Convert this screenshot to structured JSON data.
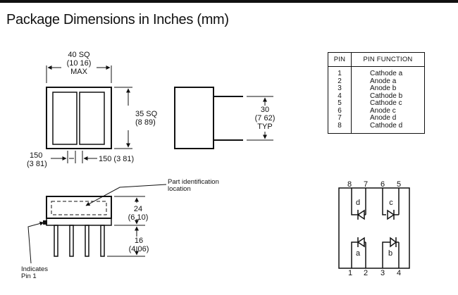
{
  "title": "Package Dimensions in Inches (mm)",
  "top_view": {
    "width_in": "40 SQ",
    "width_mm": "(10 16)",
    "width_note": "MAX",
    "height_in": "35 SQ",
    "height_mm": "(8 89)",
    "pin_spacing_in": "150",
    "pin_spacing_mm": "(3 81)",
    "pin_spacing_right": "150 (3 81)"
  },
  "side_view": {
    "lead_span_in": "30",
    "lead_span_mm": "(7 62)",
    "lead_span_note": "TYP"
  },
  "front_view": {
    "part_id_label_line1": "Part identification",
    "part_id_label_line2": "location",
    "body_height_in": "24",
    "body_height_mm": "(6 10)",
    "lead_length_in": "16",
    "lead_length_mm": "(4 06)",
    "pin1_label_line1": "Indicates",
    "pin1_label_line2": "Pin 1"
  },
  "pin_table": {
    "header_pin": "PIN",
    "header_function": "PIN FUNCTION",
    "rows": [
      {
        "pin": "1",
        "function": "Cathode a"
      },
      {
        "pin": "2",
        "function": "Anode a"
      },
      {
        "pin": "3",
        "function": "Anode b"
      },
      {
        "pin": "4",
        "function": "Cathode b"
      },
      {
        "pin": "5",
        "function": "Cathode c"
      },
      {
        "pin": "6",
        "function": "Anode c"
      },
      {
        "pin": "7",
        "function": "Anode d"
      },
      {
        "pin": "8",
        "function": "Cathode d"
      }
    ]
  },
  "schematic": {
    "top_pins": [
      "8",
      "7",
      "6",
      "5"
    ],
    "bottom_pins": [
      "1",
      "2",
      "3",
      "4"
    ],
    "segments": [
      "d",
      "c",
      "a",
      "b"
    ]
  }
}
